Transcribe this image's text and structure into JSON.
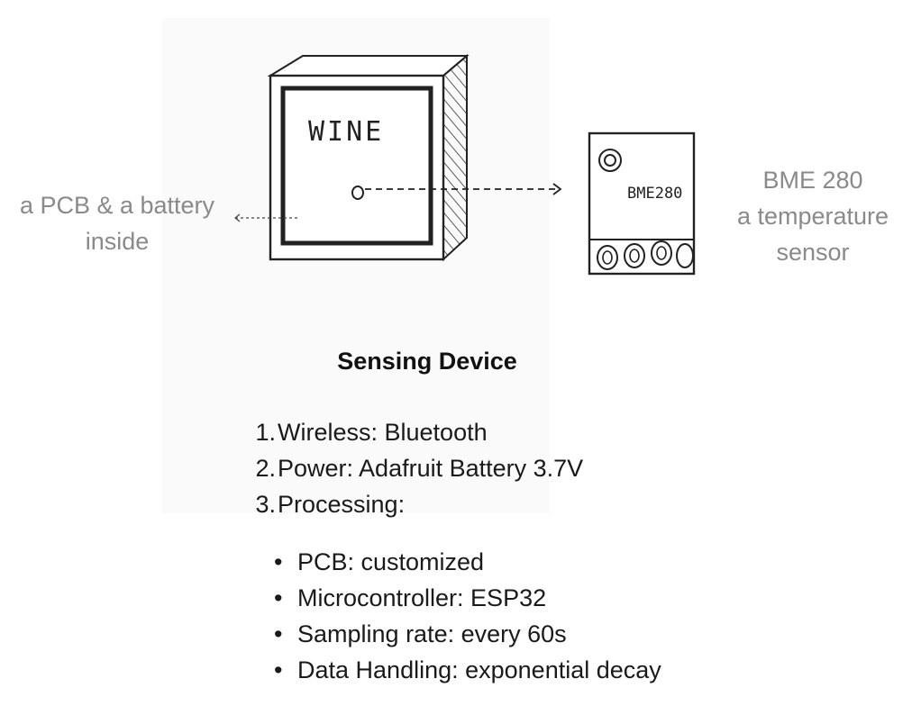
{
  "sketch": {
    "box_label": "WINE",
    "sensor_chip_label": "BME280"
  },
  "annotations": {
    "left": [
      "a PCB & a battery",
      "inside"
    ],
    "right": [
      "BME 280",
      "a temperature",
      "sensor"
    ]
  },
  "title": "Sensing Device",
  "numbered_list": [
    {
      "num": "1.",
      "text": "Wireless: Bluetooth"
    },
    {
      "num": "2.",
      "text": "Power: Adafruit Battery 3.7V"
    },
    {
      "num": "3.",
      "text": "Processing:"
    }
  ],
  "bullet_list": [
    {
      "bullet": "•",
      "text": "PCB: customized"
    },
    {
      "bullet": "•",
      "text": "Microcontroller: ESP32"
    },
    {
      "bullet": "•",
      "text": "Sampling rate: every 60s"
    },
    {
      "bullet": "•",
      "text": "Data Handling: exponential decay"
    }
  ]
}
